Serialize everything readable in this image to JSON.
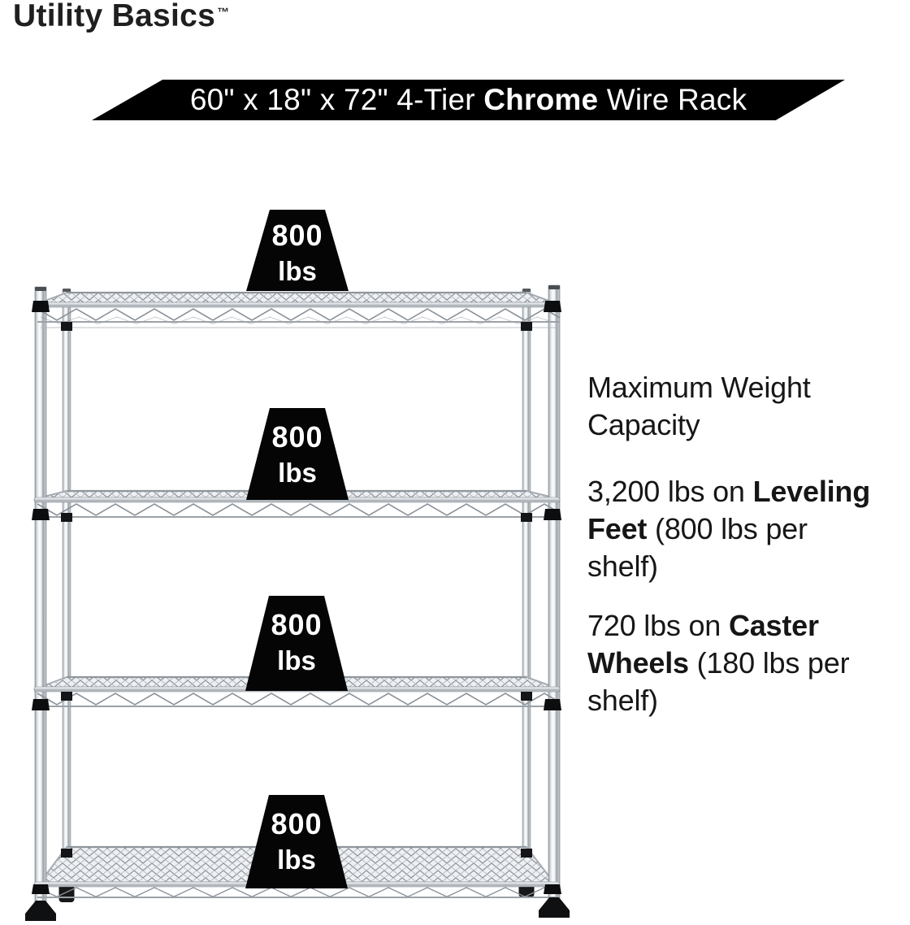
{
  "brand": {
    "name": "Utility Basics",
    "trademark": "™",
    "text_color": "#1f1f1f"
  },
  "banner": {
    "bg_color": "#000000",
    "text_color": "#ffffff",
    "lines": [
      [
        {
          "text": "60\" x 18\" x 72\" 4-Tier "
        },
        {
          "text": "Chrome",
          "bold": true
        },
        {
          "text": " Wire Rack"
        }
      ]
    ]
  },
  "weights": [
    {
      "value": "800",
      "unit": "lbs"
    },
    {
      "value": "800",
      "unit": "lbs"
    },
    {
      "value": "800",
      "unit": "lbs"
    },
    {
      "value": "800",
      "unit": "lbs"
    }
  ],
  "weight_badge": {
    "bg_color": "#000000",
    "text_color": "#ffffff"
  },
  "info": {
    "text_color": "#161616",
    "paragraphs": [
      {
        "lines": [
          [
            {
              "text": "Maximum Weight"
            }
          ],
          [
            {
              "text": "Capacity"
            }
          ]
        ]
      },
      {
        "lines": [
          [
            {
              "text": "3,200 lbs on "
            },
            {
              "text": "Leveling",
              "bold": true
            }
          ],
          [
            {
              "text": "Feet",
              "bold": true
            },
            {
              "text": " (800 lbs per"
            }
          ],
          [
            {
              "text": "shelf)"
            }
          ]
        ]
      },
      {
        "lines": [
          [
            {
              "text": "720 lbs on "
            },
            {
              "text": "Caster",
              "bold": true
            }
          ],
          [
            {
              "text": "Wheels",
              "bold": true
            },
            {
              "text": " (180 lbs per"
            }
          ],
          [
            {
              "text": "shelf)"
            }
          ]
        ]
      }
    ]
  },
  "rack": {
    "description": "4-tier chrome wire shelving rack on leveling feet",
    "tiers": 4,
    "colors": {
      "chrome_highlight": "#fbfcfd",
      "chrome_mid": "#c2c7cb",
      "chrome_shadow": "#868d93",
      "accent_black": "#101113"
    }
  }
}
